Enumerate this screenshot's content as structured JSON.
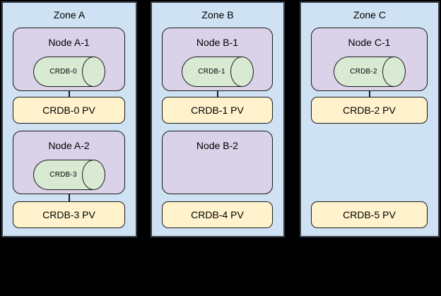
{
  "colors": {
    "background": "#000000",
    "zone_fill": "#cfe2f3",
    "zone_border": "#38404a",
    "node_fill": "#d9d2e9",
    "node_border": "#1a1a1a",
    "cylinder_fill": "#d9ead3",
    "pv_fill": "#fff2cc",
    "text": "#000000"
  },
  "zones": [
    {
      "label": "Zone A",
      "slots": [
        {
          "node": {
            "label": "Node A-1",
            "store": "CRDB-0"
          },
          "connected": true,
          "pv": {
            "label": "CRDB-0 PV"
          }
        },
        {
          "node": {
            "label": "Node A-2",
            "store": "CRDB-3"
          },
          "connected": true,
          "pv": {
            "label": "CRDB-3 PV"
          }
        }
      ]
    },
    {
      "label": "Zone B",
      "slots": [
        {
          "node": {
            "label": "Node B-1",
            "store": "CRDB-1"
          },
          "connected": true,
          "pv": {
            "label": "CRDB-1 PV"
          }
        },
        {
          "node": {
            "label": "Node B-2"
          },
          "connected": false,
          "pv": {
            "label": "CRDB-4 PV"
          }
        }
      ]
    },
    {
      "label": "Zone C",
      "slots": [
        {
          "node": {
            "label": "Node C-1",
            "store": "CRDB-2"
          },
          "connected": true,
          "pv": {
            "label": "CRDB-2 PV"
          }
        },
        {
          "connected": false,
          "pv": {
            "label": "CRDB-5 PV"
          }
        }
      ]
    }
  ]
}
